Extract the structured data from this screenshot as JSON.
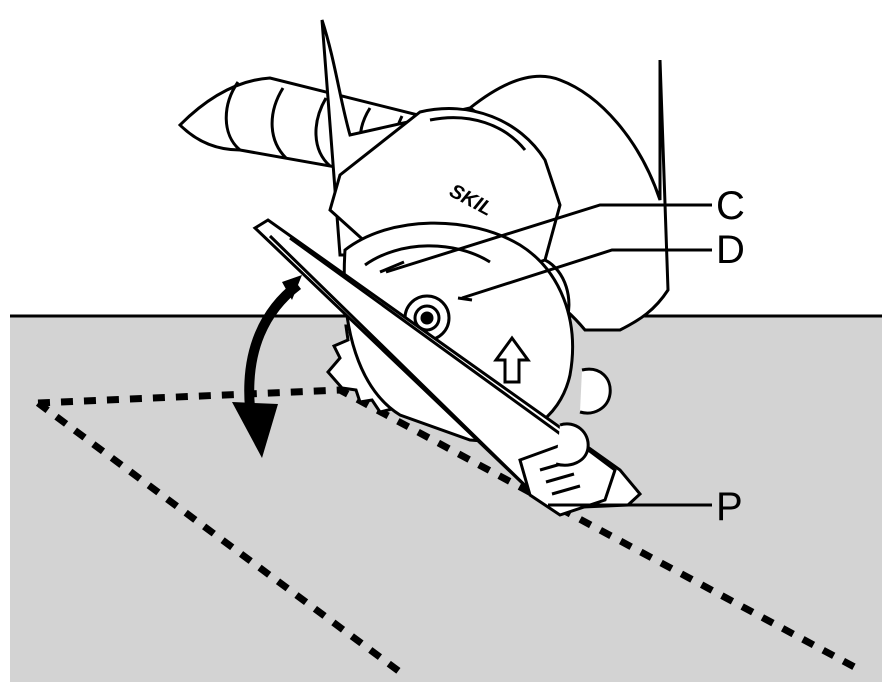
{
  "figure": {
    "colors": {
      "workpiece": "#d3d3d3",
      "ink": "#000000",
      "paper": "#ffffff"
    },
    "brand_mark": "SKIL",
    "callouts": [
      {
        "id": "C",
        "label": "C"
      },
      {
        "id": "D",
        "label": "D"
      },
      {
        "id": "P",
        "label": "P"
      }
    ]
  }
}
